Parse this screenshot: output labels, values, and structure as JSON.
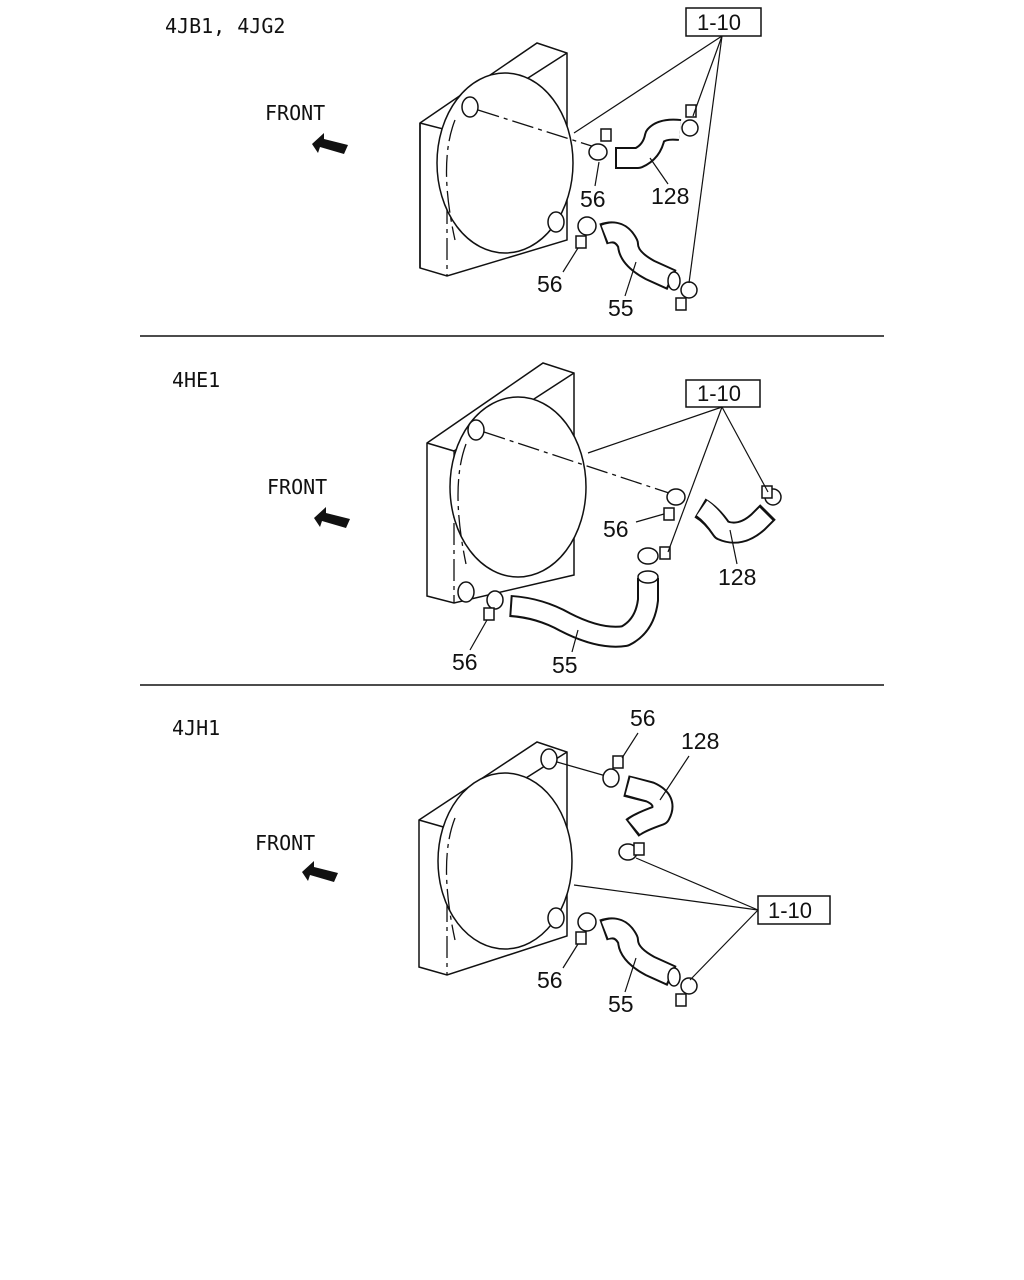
{
  "sections": [
    {
      "engine": "4JB1, 4JG2",
      "front": "FRONT",
      "ref_box": "1-10",
      "callouts": {
        "clamp_upper": "56",
        "hose_upper": "128",
        "clamp_lower": "56",
        "hose_lower": "55"
      }
    },
    {
      "engine": "4HE1",
      "front": "FRONT",
      "ref_box": "1-10",
      "callouts": {
        "clamp_upper": "56",
        "hose_upper": "128",
        "clamp_lower": "56",
        "hose_lower": "55"
      }
    },
    {
      "engine": "4JH1",
      "front": "FRONT",
      "ref_box": "1-10",
      "callouts": {
        "clamp_upper": "56",
        "hose_upper": "128",
        "clamp_lower": "56",
        "hose_lower": "55"
      }
    }
  ],
  "icons": [
    "front-arrow-icon"
  ]
}
